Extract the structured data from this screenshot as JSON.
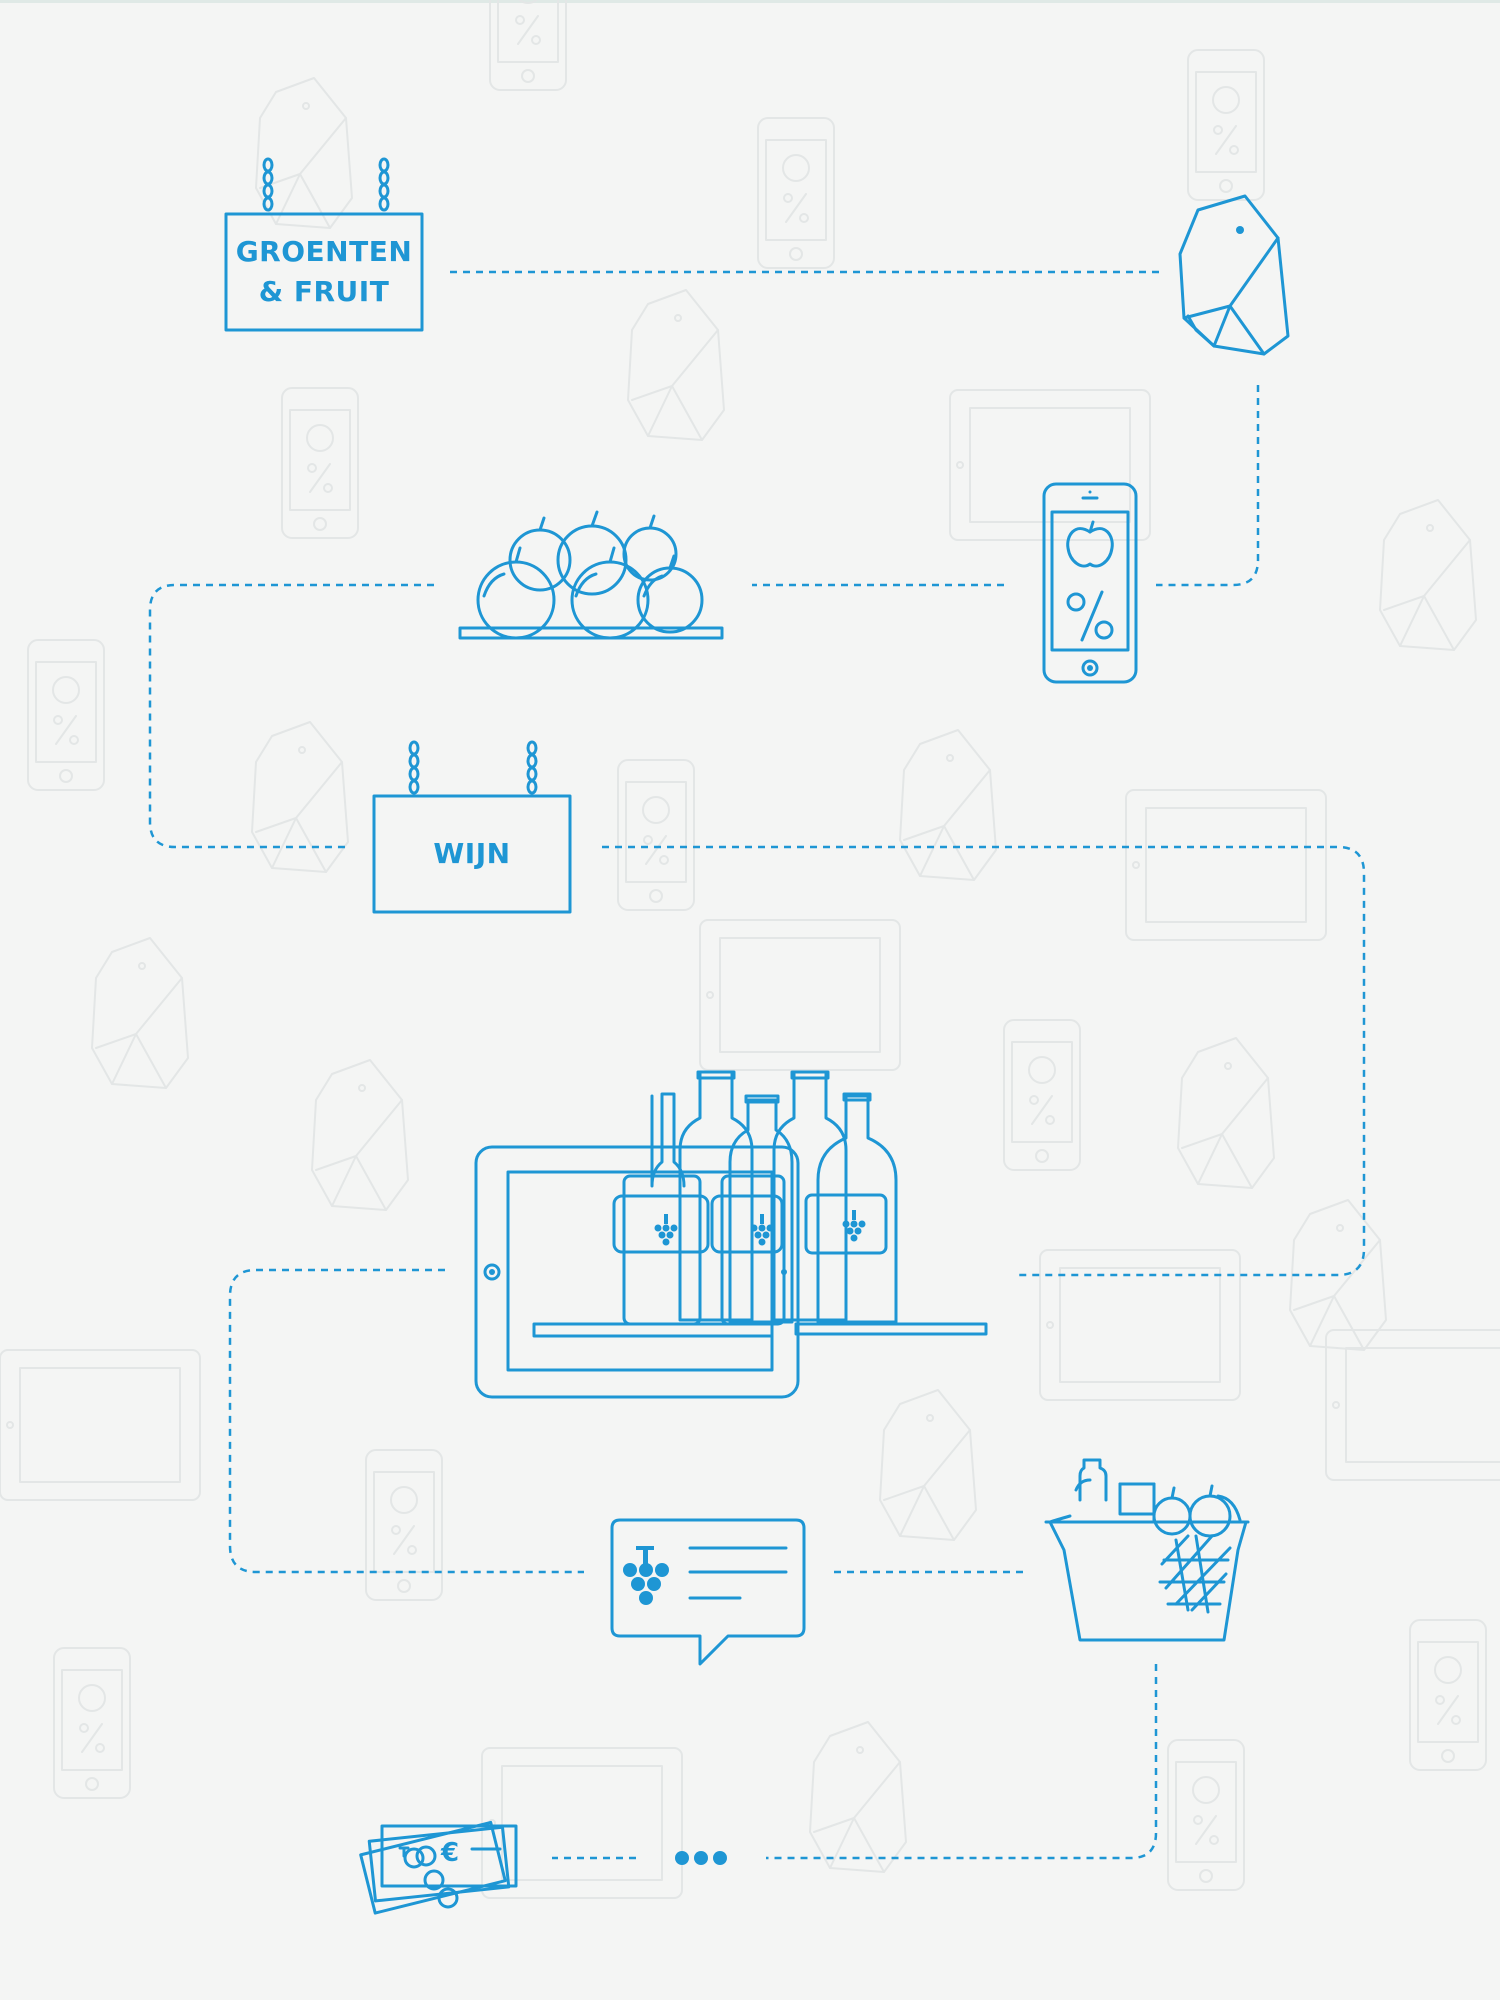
{
  "signs": {
    "produce": {
      "line1": "GROENTEN",
      "line2": "& FRUIT"
    },
    "wine": {
      "label": "WIJN"
    }
  },
  "icons": [
    "produce-sign-icon",
    "beacon-icon",
    "smartphone-offer-icon",
    "fruit-shelf-icon",
    "wine-sign-icon",
    "tablet-wine-shelf-icon",
    "wine-info-bubble-icon",
    "shopping-basket-icon",
    "euro-money-icon",
    "ellipsis-icon"
  ],
  "colors": {
    "accent": "#1e96d4",
    "background": "#f4f5f4",
    "watermark": "#e3e6e6"
  }
}
